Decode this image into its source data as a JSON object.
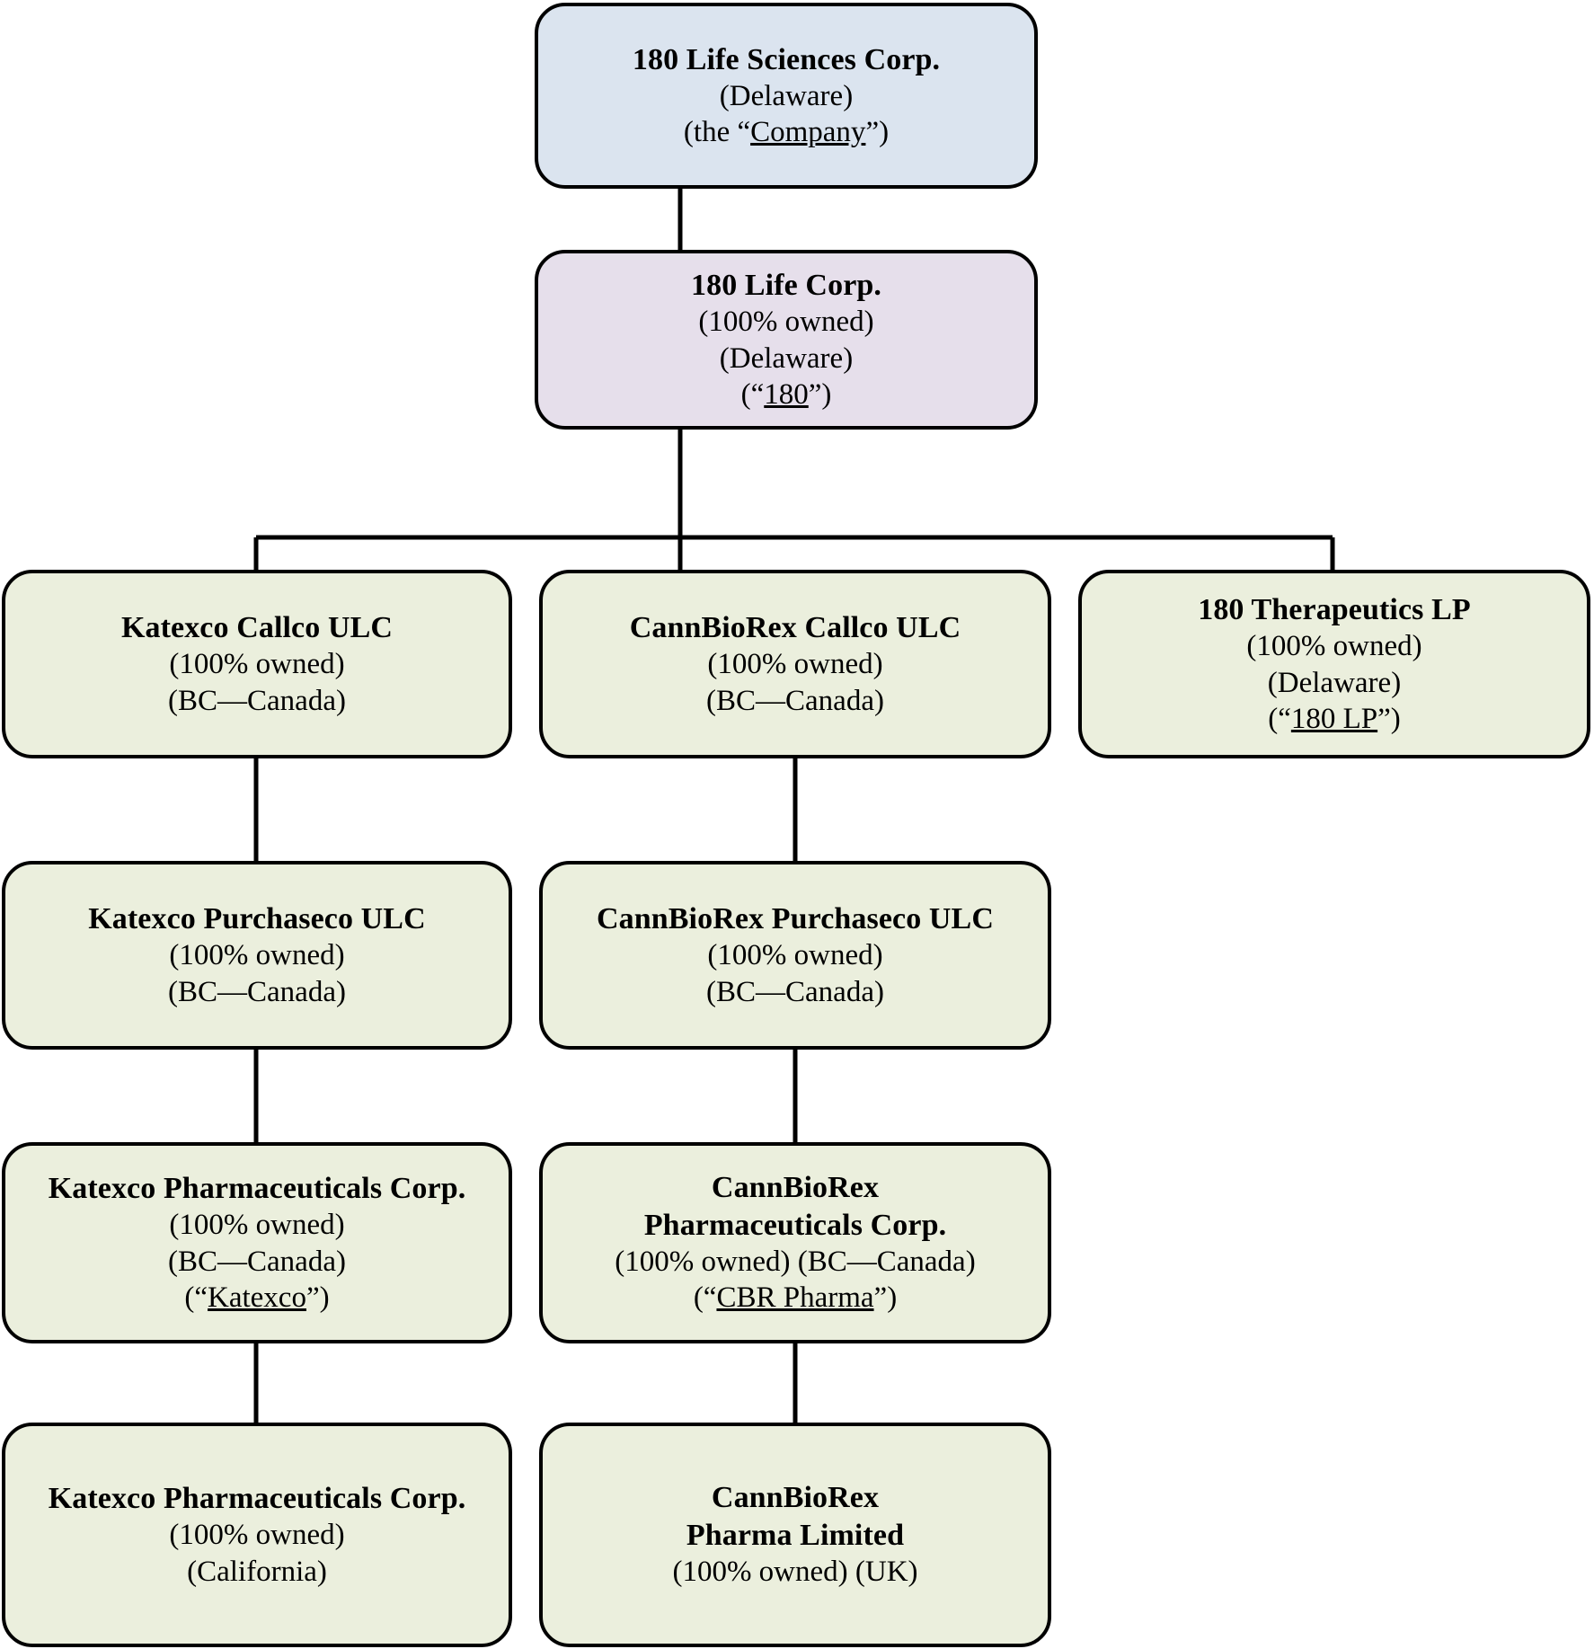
{
  "diagram": {
    "type": "organizational-ownership-chart",
    "palette": {
      "parent_fill": "#dbe4ef",
      "intermediate_fill": "#e6dfeb",
      "subsidiary_fill": "#ebefdd",
      "border": "#000000",
      "connector": "#000000",
      "background": "#ffffff"
    },
    "nodes": {
      "company": {
        "name": "180 Life Sciences Corp.",
        "jurisdiction": "(Delaware)",
        "alias_prefix": "(the “",
        "alias": "Company",
        "alias_suffix": "”)"
      },
      "life_corp": {
        "name": "180 Life Corp.",
        "ownership": "(100% owned)",
        "jurisdiction": "(Delaware)",
        "alias_prefix": "(“",
        "alias": "180",
        "alias_suffix": "”)"
      },
      "katexco_callco": {
        "name": "Katexco Callco ULC",
        "ownership": "(100% owned)",
        "jurisdiction": "(BC—Canada)"
      },
      "cannbiorex_callco": {
        "name": "CannBioRex Callco ULC",
        "ownership": "(100% owned)",
        "jurisdiction": "(BC—Canada)"
      },
      "therapeutics_lp": {
        "name": "180 Therapeutics LP",
        "ownership": "(100% owned)",
        "jurisdiction": "(Delaware)",
        "alias_prefix": "(“",
        "alias": "180 LP",
        "alias_suffix": "”)"
      },
      "katexco_purchaseco": {
        "name": "Katexco Purchaseco ULC",
        "ownership": "(100% owned)",
        "jurisdiction": "(BC—Canada)"
      },
      "cannbiorex_purchaseco": {
        "name": "CannBioRex Purchaseco ULC",
        "ownership": "(100% owned)",
        "jurisdiction": "(BC—Canada)"
      },
      "katexco_pharma": {
        "name": "Katexco Pharmaceuticals Corp.",
        "ownership": "(100% owned)",
        "jurisdiction": "(BC—Canada)",
        "alias_prefix": "(“",
        "alias": "Katexco",
        "alias_suffix": "”)"
      },
      "cannbiorex_pharma": {
        "name_line1": "CannBioRex",
        "name_line2": "Pharmaceuticals Corp.",
        "ownership_jurisdiction": "(100% owned) (BC—Canada)",
        "alias_prefix": "(“",
        "alias": "CBR Pharma",
        "alias_suffix": "”)"
      },
      "katexco_california": {
        "name": "Katexco Pharmaceuticals Corp.",
        "ownership": "(100% owned)",
        "jurisdiction": "(California)"
      },
      "cannbiorex_pharma_ltd": {
        "name_line1": "CannBioRex",
        "name_line2": "Pharma Limited",
        "ownership_jurisdiction": "(100% owned) (UK)"
      }
    },
    "edges": [
      {
        "from": "company",
        "to": "life_corp"
      },
      {
        "from": "life_corp",
        "to": "katexco_callco"
      },
      {
        "from": "life_corp",
        "to": "cannbiorex_callco"
      },
      {
        "from": "life_corp",
        "to": "therapeutics_lp"
      },
      {
        "from": "katexco_callco",
        "to": "katexco_purchaseco"
      },
      {
        "from": "cannbiorex_callco",
        "to": "cannbiorex_purchaseco"
      },
      {
        "from": "katexco_purchaseco",
        "to": "katexco_pharma"
      },
      {
        "from": "cannbiorex_purchaseco",
        "to": "cannbiorex_pharma"
      },
      {
        "from": "katexco_pharma",
        "to": "katexco_california"
      },
      {
        "from": "cannbiorex_pharma",
        "to": "cannbiorex_pharma_ltd"
      }
    ]
  }
}
